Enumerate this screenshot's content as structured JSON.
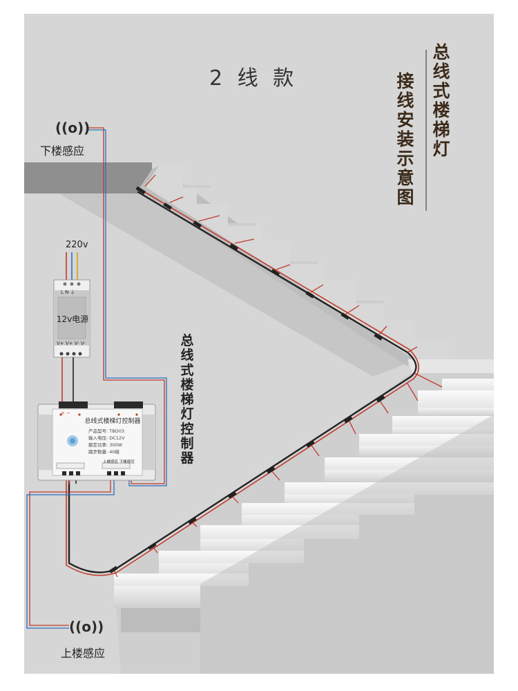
{
  "title": {
    "main": "2 线 款"
  },
  "side_title": {
    "line1": "总线式楼梯灯",
    "line2": "接线安装示意图"
  },
  "sensors": {
    "top": "下楼感应",
    "bottom": "上楼感应",
    "icon_glyph": "((o))"
  },
  "power": {
    "input": "220v",
    "label": "12v电源",
    "top_terminals": "L  N ⏚",
    "bottom_terminals": "V+ V+ V- V-"
  },
  "controller": {
    "vertical_label": "总线式楼梯灯控制器",
    "title": "总线式楼梯灯控制器",
    "specs": [
      "产品型号: TBD03",
      "输入电压: DC12V",
      "额定功率: 300W",
      "踏步数量: 40级"
    ],
    "left_indicator": "+ −",
    "right_indicator": "上楼感应  下楼感应"
  },
  "colors": {
    "wall": "#d4d4d4",
    "title_dark": "#3b2a1a",
    "wire_red": "#c0392b",
    "wire_blue": "#2e6fbf",
    "wire_black": "#222222"
  }
}
